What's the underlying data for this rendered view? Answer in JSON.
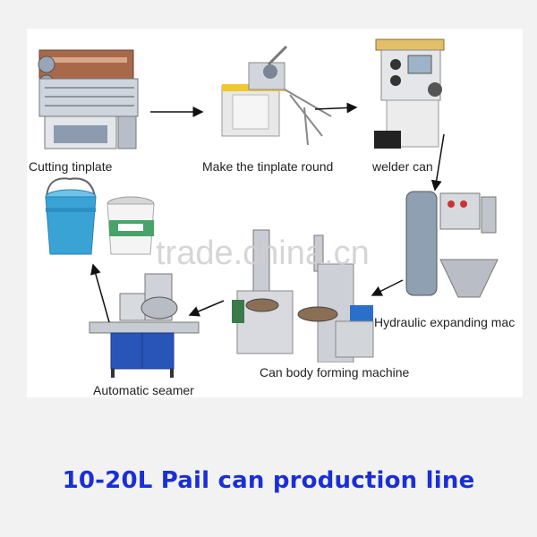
{
  "steps": [
    {
      "label": "Cutting tinplate"
    },
    {
      "label": "Make the tinplate round"
    },
    {
      "label": "welder can"
    },
    {
      "label": "Hydraulic expanding mac"
    },
    {
      "label": "Can body forming machine"
    },
    {
      "label": "Automatic seamer"
    }
  ],
  "watermark": "trade.china.cn",
  "title": "10-20L Pail can production line",
  "colors": {
    "title": "#1a2fd6",
    "arrow": "#111111",
    "pail_blue": "#3aa3d6",
    "seamer_blue": "#2a55b8"
  }
}
